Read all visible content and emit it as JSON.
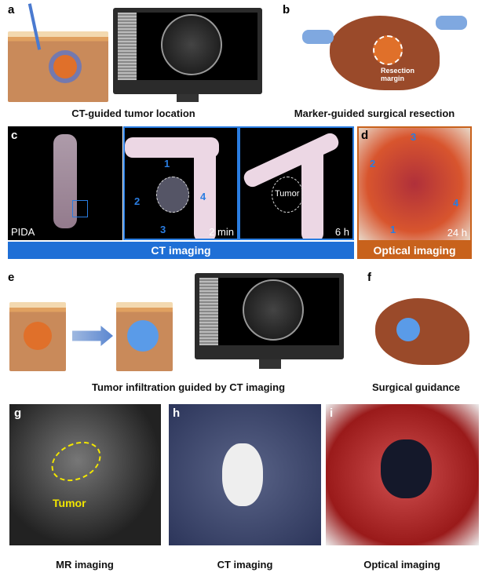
{
  "panels": {
    "a": {
      "label": "a",
      "caption": "CT-guided tumor location"
    },
    "b": {
      "label": "b",
      "caption": "Marker-guided surgical resection",
      "annotation": "Resection margin"
    },
    "c": {
      "label": "c",
      "agent": "PIDA",
      "times": [
        "2 min",
        "6 h"
      ],
      "tumor_label": "Tumor",
      "markers": [
        "1",
        "2",
        "3",
        "4"
      ],
      "bar": "CT imaging"
    },
    "d": {
      "label": "d",
      "time": "24 h",
      "markers": [
        "1",
        "2",
        "3",
        "4"
      ],
      "bar": "Optical imaging"
    },
    "e": {
      "label": "e",
      "caption": "Tumor infiltration guided by CT imaging"
    },
    "f": {
      "label": "f",
      "caption": "Surgical guidance"
    },
    "g": {
      "label": "g",
      "caption": "MR imaging",
      "tumor_label": "Tumor"
    },
    "h": {
      "label": "h",
      "caption": "CT imaging"
    },
    "i": {
      "label": "i",
      "caption": "Optical imaging"
    }
  },
  "colors": {
    "ct_bar": "#1f6fd6",
    "optical_bar": "#c8621c",
    "marker": "#2a7de1",
    "tumor_mr": "#f2e600"
  }
}
